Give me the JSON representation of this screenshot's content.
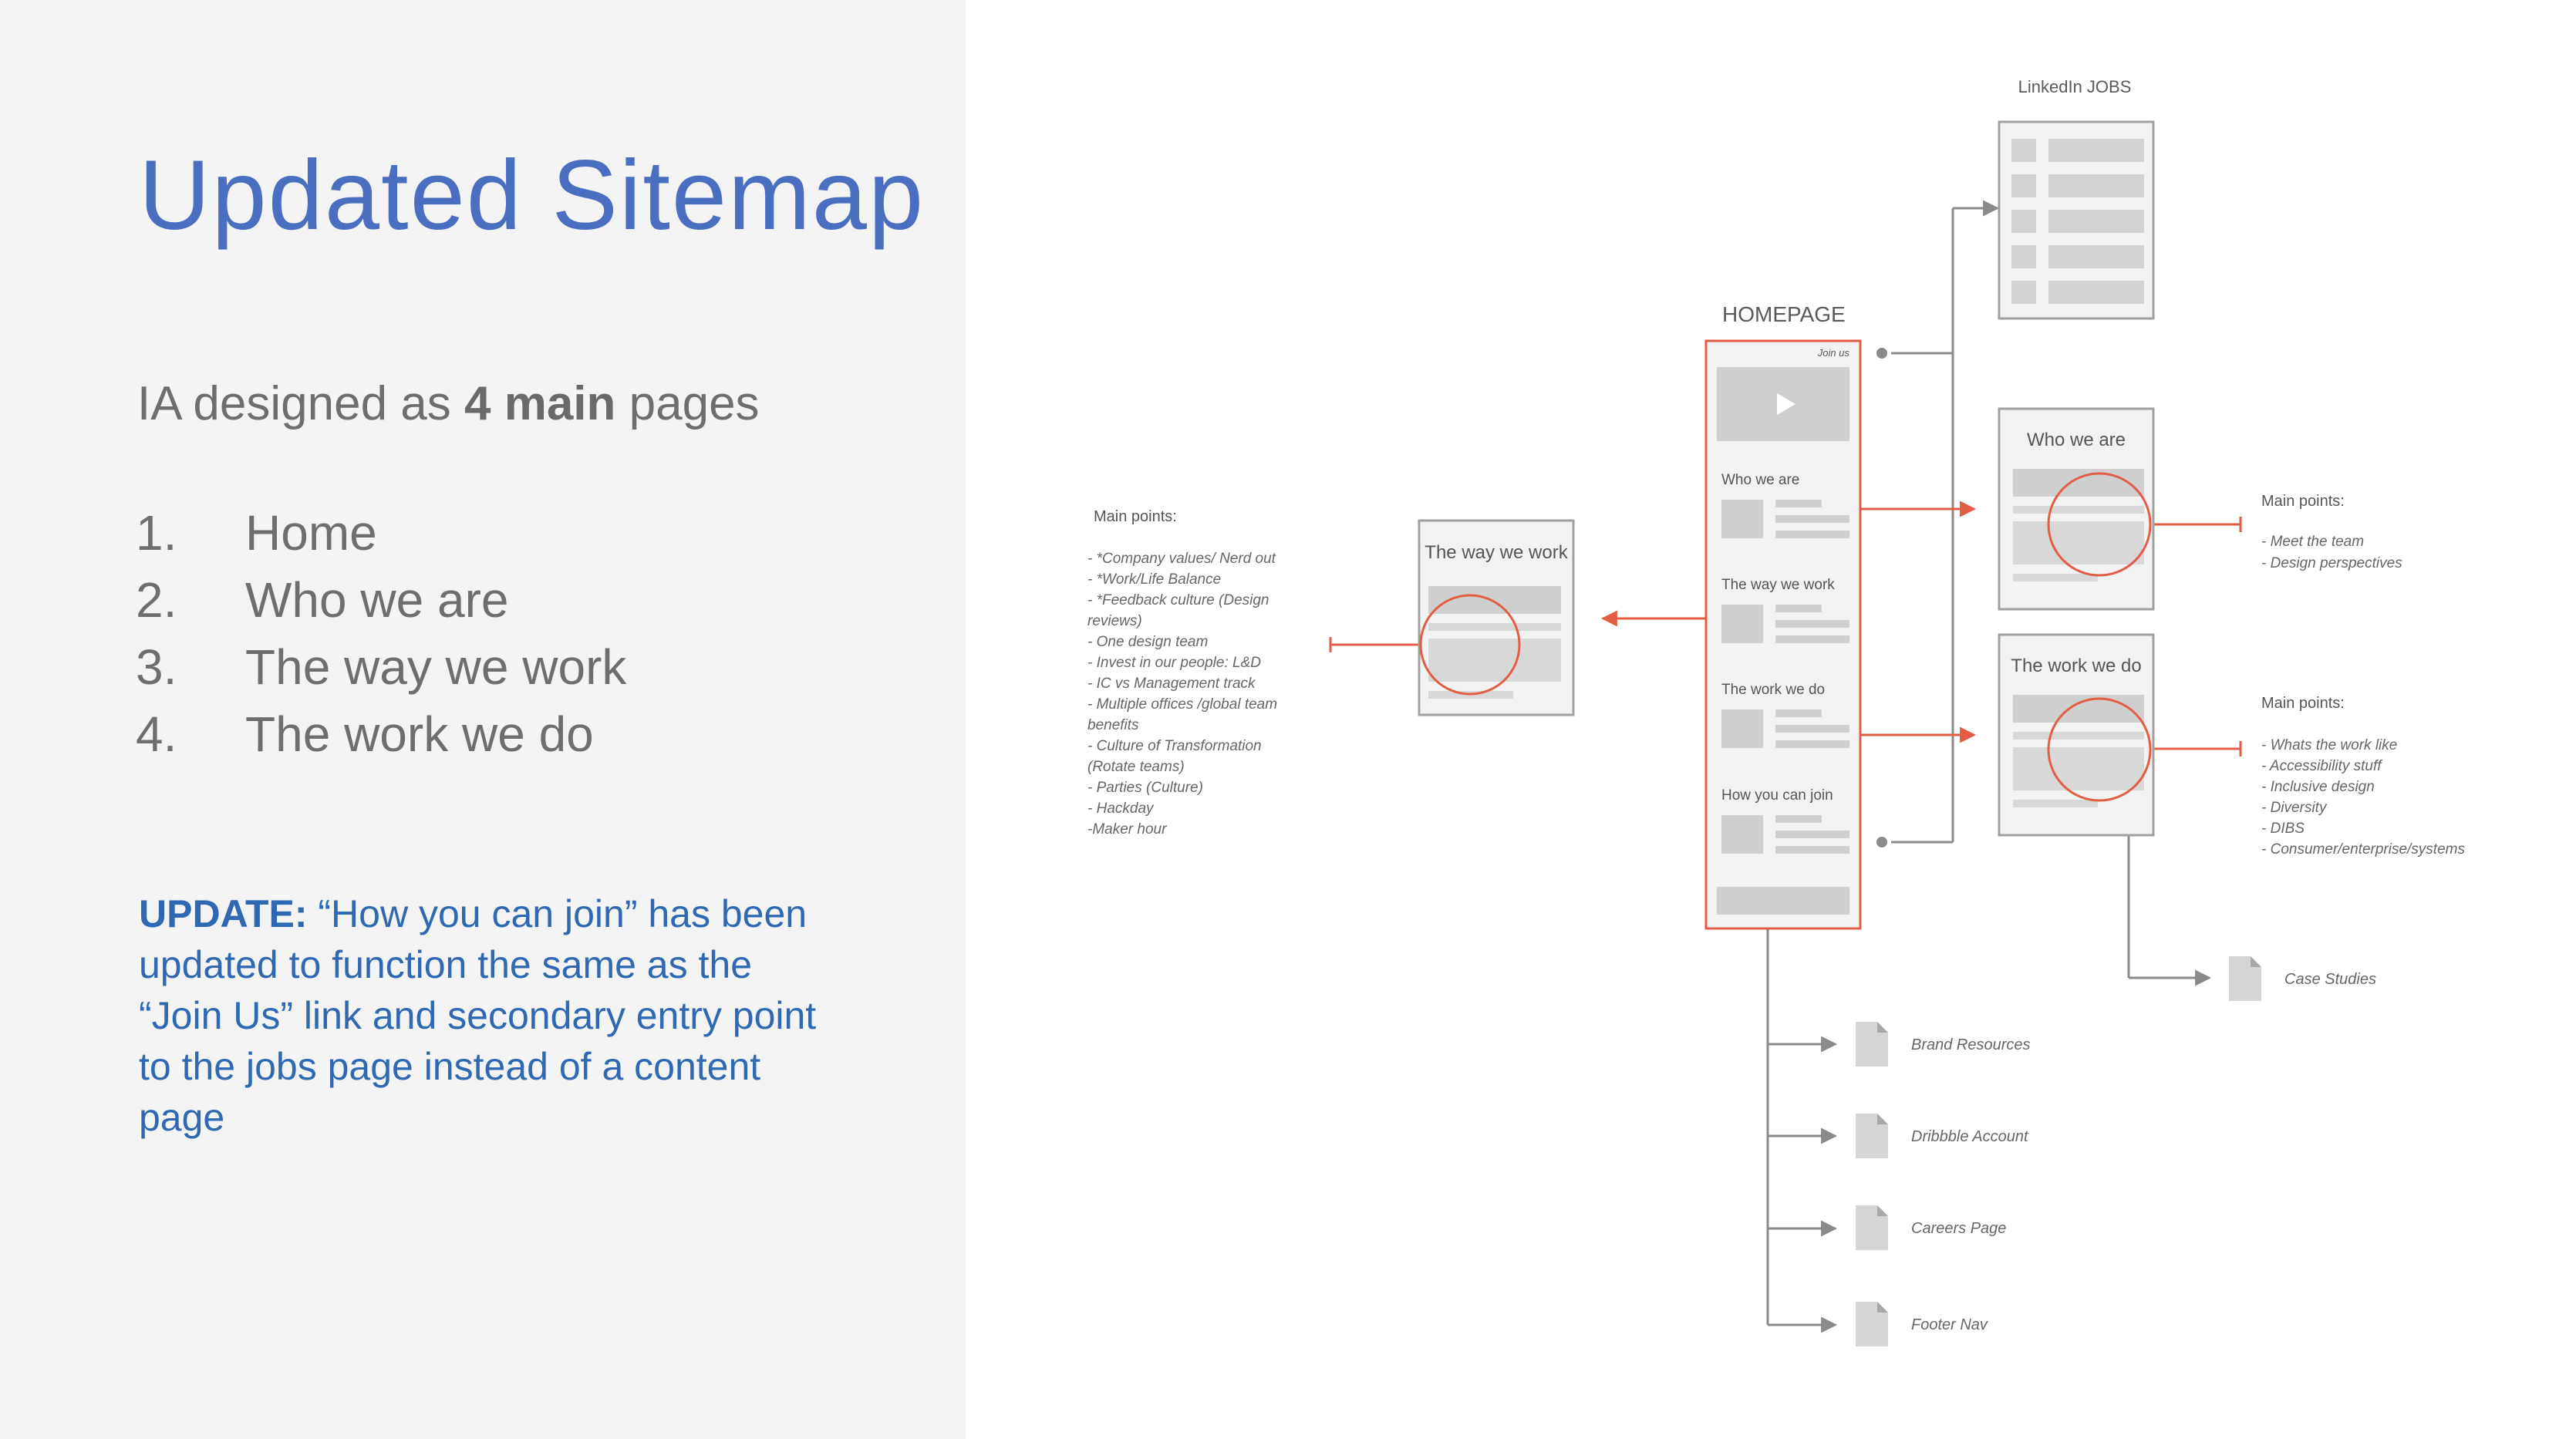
{
  "left": {
    "title": "Updated  Sitemap",
    "subtitle_pre": "IA designed as ",
    "subtitle_bold": "4 main",
    "subtitle_post": " pages",
    "pages": [
      {
        "num": "1.",
        "label": "Home"
      },
      {
        "num": "2.",
        "label": "Who we are"
      },
      {
        "num": "3.",
        "label": "The way we work"
      },
      {
        "num": "4.",
        "label": "The work we do"
      }
    ],
    "update_label": "UPDATE:",
    "update_text": " “How you can join” has been updated to function the same as the “Join Us” link and secondary entry point to the jobs page instead of a content page"
  },
  "diagram": {
    "homepage": {
      "title": "HOMEPAGE",
      "join_link": "Join us",
      "sections": [
        "Who we are",
        "The way we work",
        "The work we do",
        "How you can join"
      ]
    },
    "linkedin": {
      "title": "LinkedIn JOBS"
    },
    "who_we_are": {
      "title": "Who we are",
      "points_title": "Main points:",
      "points": [
        "- Meet the team",
        "- Design perspectives"
      ]
    },
    "work_we_do": {
      "title": "The work we do",
      "points_title": "Main points:",
      "points": [
        "- Whats the work like",
        "- Accessibility stuff",
        "- Inclusive design",
        "- Diversity",
        "- DIBS",
        "- Consumer/enterprise/systems"
      ]
    },
    "way_we_work": {
      "title": "The way we work",
      "points_title": "Main points:",
      "points": [
        "- *Company values/ Nerd out",
        "- *Work/Life Balance",
        "- *Feedback culture (Design",
        "reviews)",
        "- One design team",
        "- Invest in our people: L&D",
        "- IC vs Management track",
        "- Multiple offices /global team",
        "benefits",
        "- Culture of Transformation",
        "(Rotate teams)",
        "- Parties (Culture)",
        "- Hackday",
        "-Maker hour"
      ]
    },
    "documents": [
      "Case Studies",
      "Brand Resources",
      "Dribbble Account",
      "Careers Page",
      "Footer Nav"
    ],
    "colors": {
      "accent": "#e35d45",
      "line": "#8a8a8a",
      "block": "#cfcfcf",
      "frame_fill": "#f2f2f2",
      "text": "#5a5a5a"
    }
  }
}
